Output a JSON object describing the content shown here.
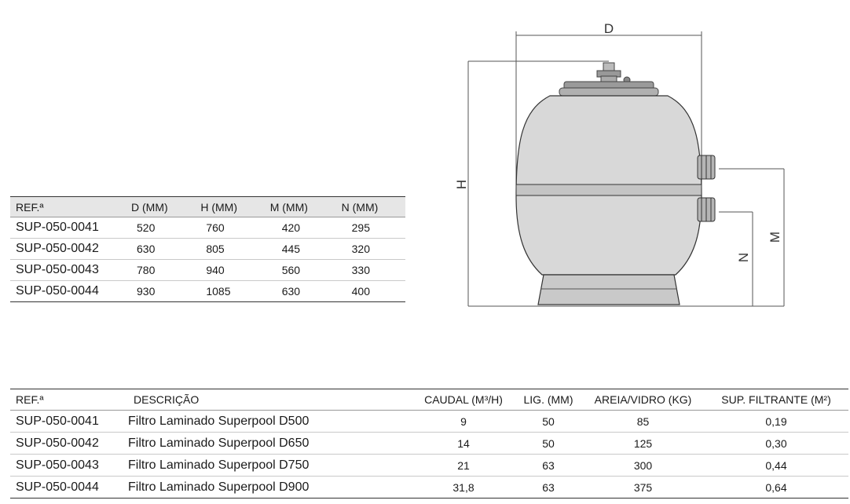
{
  "dimensions_table": {
    "headers": [
      "REF.ª",
      "D (MM)",
      "H (MM)",
      "M (MM)",
      "N (MM)"
    ],
    "rows": [
      [
        "SUP-050-0041",
        "520",
        "760",
        "420",
        "295"
      ],
      [
        "SUP-050-0042",
        "630",
        "805",
        "445",
        "320"
      ],
      [
        "SUP-050-0043",
        "780",
        "940",
        "560",
        "330"
      ],
      [
        "SUP-050-0044",
        "930",
        "1085",
        "630",
        "400"
      ]
    ]
  },
  "drawing": {
    "labels": {
      "d": "D",
      "h": "H",
      "m": "M",
      "n": "N"
    }
  },
  "products_table": {
    "headers": [
      "REF.ª",
      "DESCRIÇÃO",
      "CAUDAL (M³/H)",
      "LIG. (MM)",
      "AREIA/VIDRO (KG)",
      "SUP. FILTRANTE (M²)"
    ],
    "rows": [
      [
        "SUP-050-0041",
        "Filtro Laminado Superpool D500",
        "9",
        "50",
        "85",
        "0,19"
      ],
      [
        "SUP-050-0042",
        "Filtro Laminado Superpool D650",
        "14",
        "50",
        "125",
        "0,30"
      ],
      [
        "SUP-050-0043",
        "Filtro Laminado Superpool D750",
        "21",
        "63",
        "300",
        "0,44"
      ],
      [
        "SUP-050-0044",
        "Filtro Laminado Superpool D900",
        "31,8",
        "63",
        "375",
        "0,64"
      ]
    ]
  }
}
